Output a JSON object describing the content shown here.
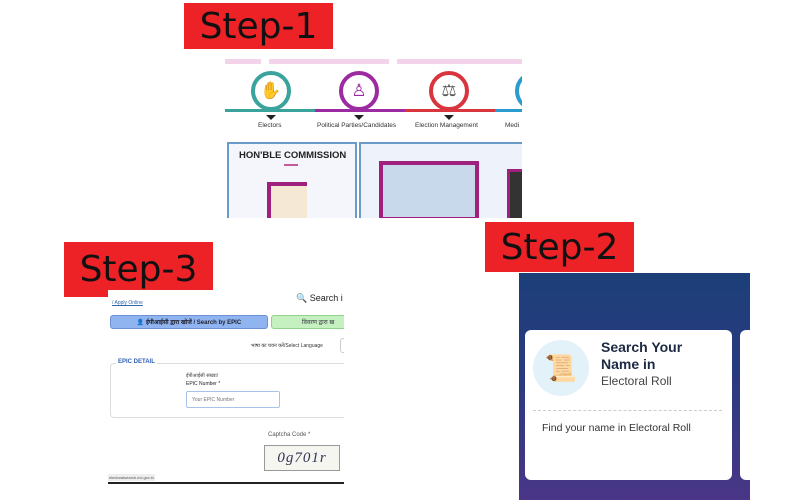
{
  "steps": {
    "step1": "Step-1",
    "step2": "Step-2",
    "step3": "Step-3"
  },
  "panel1": {
    "categories": [
      {
        "label": "Electors",
        "color": "#3aa39b",
        "icon": "electors-icon"
      },
      {
        "label": "Political Parties/Candidates",
        "color": "#9c2aa0",
        "icon": "political-parties-icon"
      },
      {
        "label": "Election Management",
        "color": "#d9353f",
        "icon": "election-management-icon"
      },
      {
        "label": "Medi",
        "color": "#2b9bd0",
        "icon": "media-icon"
      }
    ],
    "commission_title": "HON'BLE COMMISSION"
  },
  "panel2": {
    "title_line1": "Search Your",
    "title_line2": "Name in",
    "subtitle": "Electoral Roll",
    "description": "Find your name in Electoral Roll"
  },
  "panel3": {
    "apply_link": "/ Apply Online",
    "search_label": "Search i",
    "tab_epic": "ईपीआईसी द्वारा खोजें / Search by EPIC",
    "tab_details": "विवरण द्वारा ख",
    "language_label": "भाषा का चयन करें/Select Language",
    "section_title": "EPIC DETAIL",
    "epic_label_hi": "ईपीआईसी संख्या/",
    "epic_label": "EPIC Number *",
    "epic_placeholder": "Your EPIC Number",
    "captcha_label": "Captcha Code *",
    "captcha_text": "0g701r",
    "footer_url": "electoralsearch.eci.gov.in"
  }
}
